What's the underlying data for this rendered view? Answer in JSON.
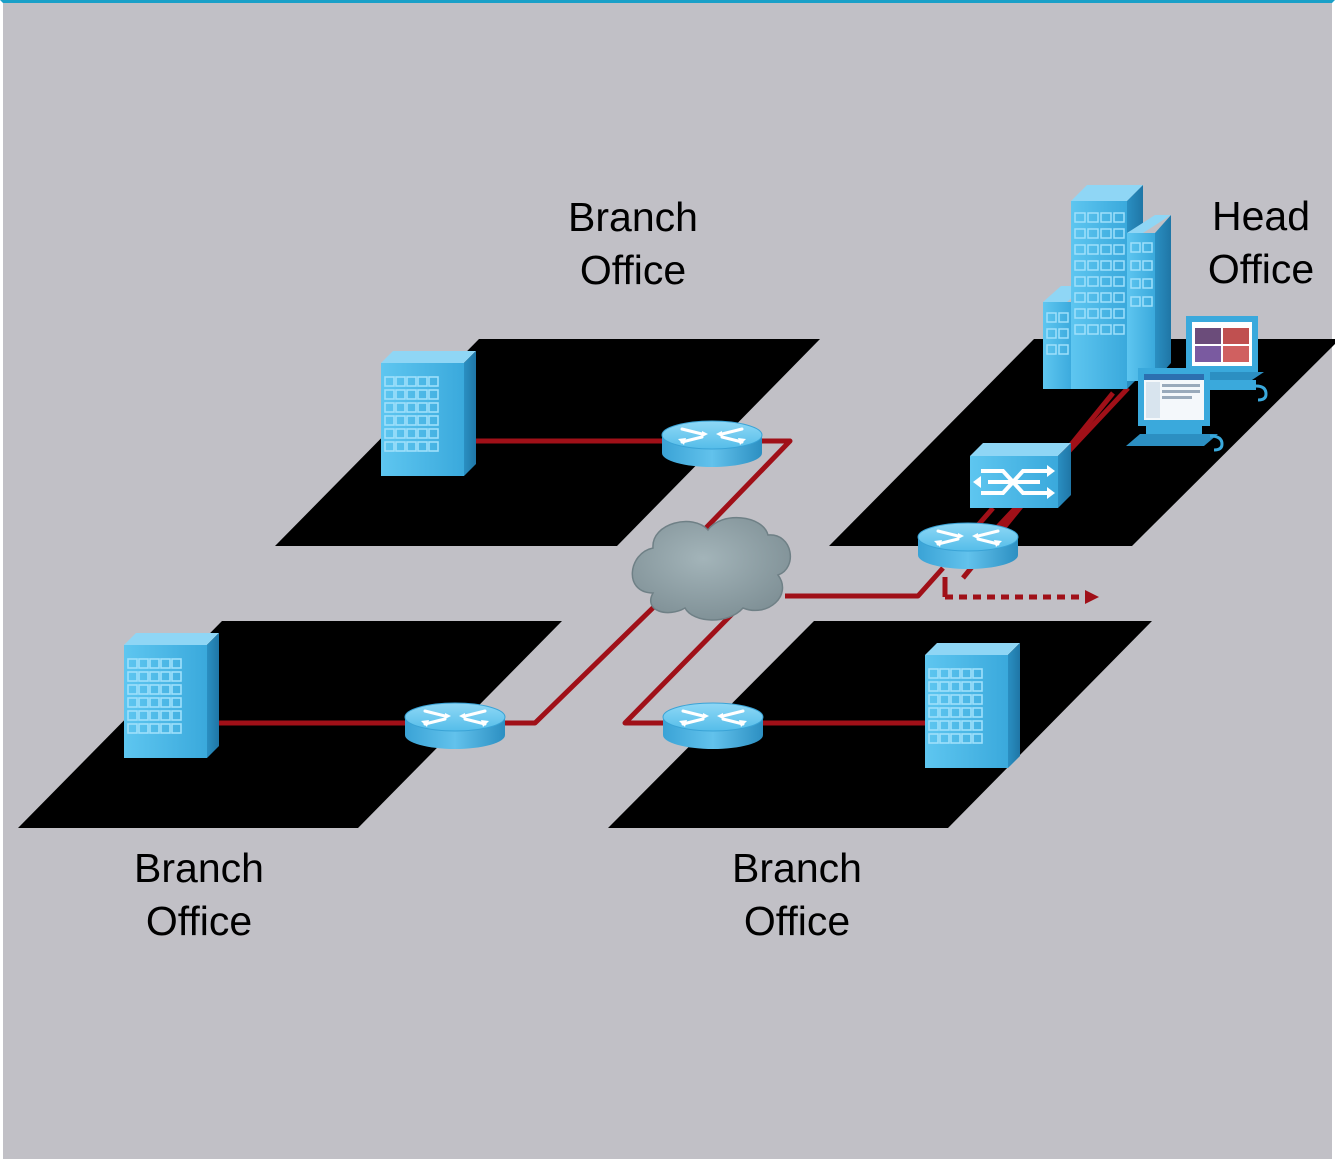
{
  "labels": {
    "branch_top": {
      "line1": "Branch",
      "line2": "Office"
    },
    "head": {
      "line1": "Head",
      "line2": "Office"
    },
    "branch_left": {
      "line1": "Branch",
      "line2": "Office"
    },
    "branch_right": {
      "line1": "Branch",
      "line2": "Office"
    }
  },
  "colors": {
    "background": "#c1c0c6",
    "platform": "#000000",
    "link": "#a01018",
    "device": "#4fb7e6",
    "cloud": "#8fa0a6",
    "accent_bar": "#1aa0c8"
  },
  "icons": [
    "building-icon",
    "router-icon",
    "cloud-icon",
    "switch-icon",
    "workstation-icon",
    "office-tower-icon"
  ]
}
